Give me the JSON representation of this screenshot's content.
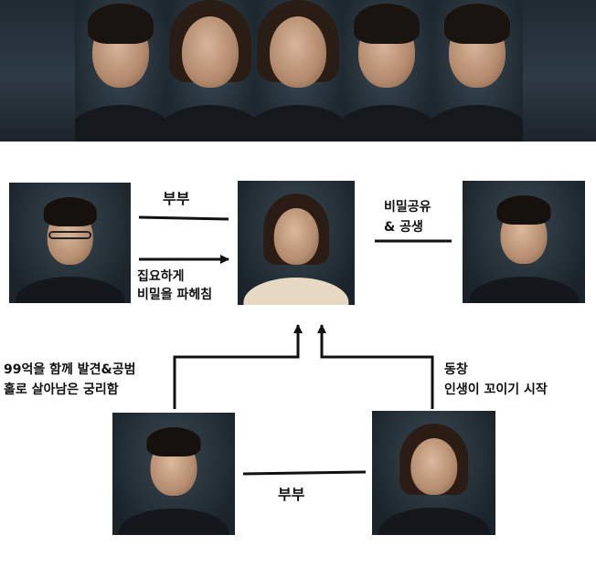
{
  "banner": {
    "portraits": [
      {
        "name": "banner-portrait-1"
      },
      {
        "name": "banner-portrait-2"
      },
      {
        "name": "banner-portrait-3"
      },
      {
        "name": "banner-portrait-4"
      },
      {
        "name": "banner-portrait-5"
      }
    ]
  },
  "relations": {
    "top_left_to_center": {
      "upper_label": "부부",
      "lower_label_line1": "집요하게",
      "lower_label_line2": "비밀을 파헤침"
    },
    "center_to_right": {
      "label_line1": "비밀공유",
      "label_line2": "& 공생"
    },
    "bottom_left_to_center": {
      "label_line1": "99억을 함께 발견&공범",
      "label_line2": "홀로 살아남은 궁리함"
    },
    "bottom_right_to_center": {
      "label_line1": "동창",
      "label_line2": "인생이 꼬이기 시작"
    },
    "bottom_pair": {
      "label": "부부"
    }
  },
  "colors": {
    "line": "#111111",
    "background": "#ffffff"
  }
}
